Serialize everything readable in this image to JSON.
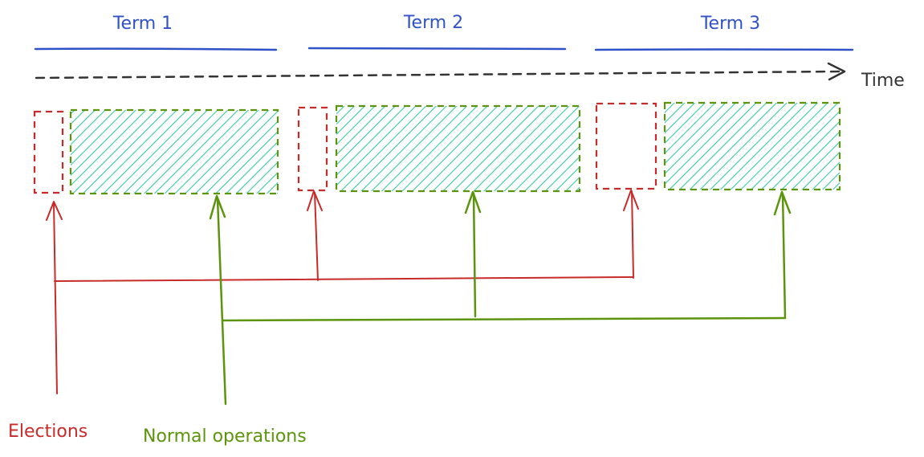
{
  "terms": [
    {
      "label": "Term 1"
    },
    {
      "label": "Term 2"
    },
    {
      "label": "Term 3"
    }
  ],
  "time_label": "Time",
  "legend": {
    "elections": "Elections",
    "normal_operations": "Normal operations"
  },
  "colors": {
    "term_line": "#2f52c8",
    "time_arrow": "#333333",
    "elections": "#c92a2a",
    "normal_operations": "#5c940d",
    "normal_fill_hatch": "#38c9a3"
  }
}
